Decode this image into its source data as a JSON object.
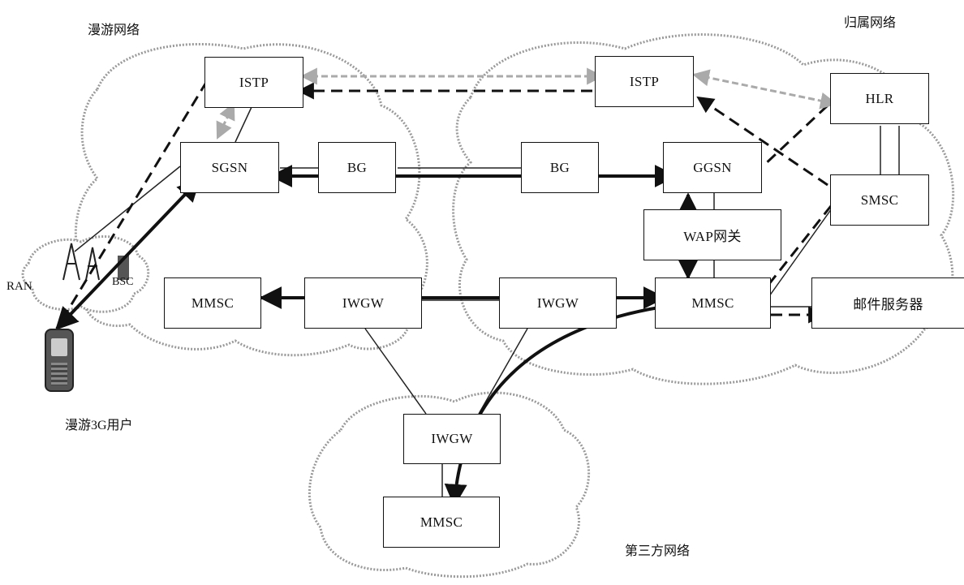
{
  "regions": {
    "roaming": "漫游网络",
    "home": "归属网络",
    "third_party": "第三方网络"
  },
  "user": {
    "label": "漫游3G用户",
    "ran_label": "RAN",
    "bsc_label": "BSC"
  },
  "nodes": {
    "istp_left": "ISTP",
    "istp_right": "ISTP",
    "hlr": "HLR",
    "sgsn": "SGSN",
    "bg_left": "BG",
    "bg_right": "BG",
    "ggsn": "GGSN",
    "smsc": "SMSC",
    "wap_gateway": "WAP网关",
    "mmsc_roaming": "MMSC",
    "iwgw_left": "IWGW",
    "iwgw_right": "IWGW",
    "mmsc_home": "MMSC",
    "mail_server": "邮件服务器",
    "iwgw_third": "IWGW",
    "mmsc_third": "MMSC"
  }
}
